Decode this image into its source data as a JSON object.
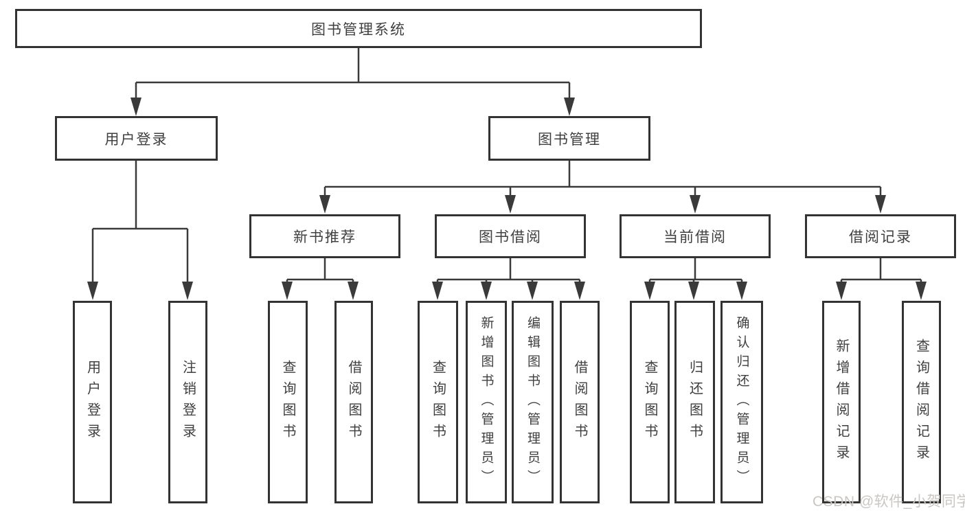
{
  "nodes": {
    "root": "图书管理系统",
    "user_login_module": "用户登录",
    "book_management_module": "图书管理",
    "new_book_recommend": "新书推荐",
    "book_borrowing": "图书借阅",
    "current_borrowing": "当前借阅",
    "borrowing_records": "借阅记录",
    "leaf_user_login": "用户登录",
    "leaf_logout": "注销登录",
    "leaf_newbook_query": "查询图书",
    "leaf_newbook_borrow": "借阅图书",
    "leaf_bb_query": "查询图书",
    "leaf_bb_add": "新增图书（管理员）",
    "leaf_bb_edit": "编辑图书（管理员）",
    "leaf_bb_borrow": "借阅图书",
    "leaf_cb_query": "查询图书",
    "leaf_cb_return": "归还图书",
    "leaf_cb_confirm": "确认归还（管理员）",
    "leaf_br_add": "新增借阅记录",
    "leaf_br_query": "查询借阅记录"
  },
  "watermark": "CSDN @软件_小贺同学",
  "colors": {
    "line": "#3a3a3a",
    "border": "#333333",
    "text": "#3f3f3f",
    "watermark": "#cac6c3",
    "background": "#ffffff"
  }
}
